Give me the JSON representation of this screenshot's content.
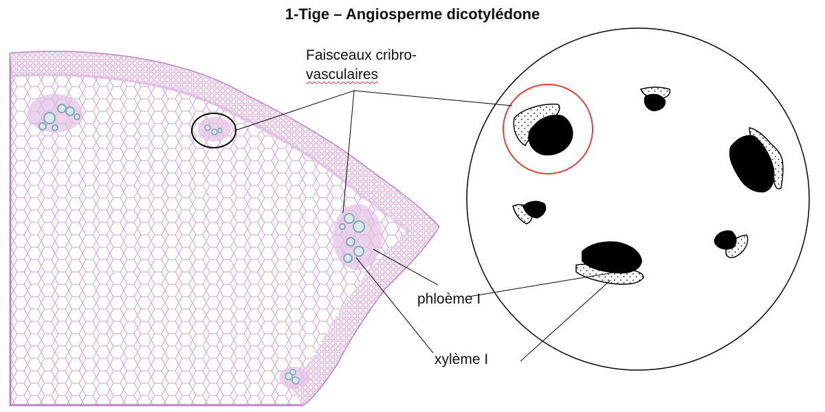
{
  "title": "1-Tige – Angiosperme dicotylédone",
  "labels": {
    "faisceaux_line1": "Faisceaux cribro-",
    "faisceaux_line2": "vasculaires",
    "phloeme": "phloème I",
    "xyleme": "xylème I"
  },
  "colors": {
    "tissue_fill": "#f7eef8",
    "cell_wall": "#c9a6d0",
    "cortex": "#dcb0dc",
    "vessel": "#9fc3cc",
    "highlight_circle": "#e0413a",
    "ink": "#000000"
  }
}
